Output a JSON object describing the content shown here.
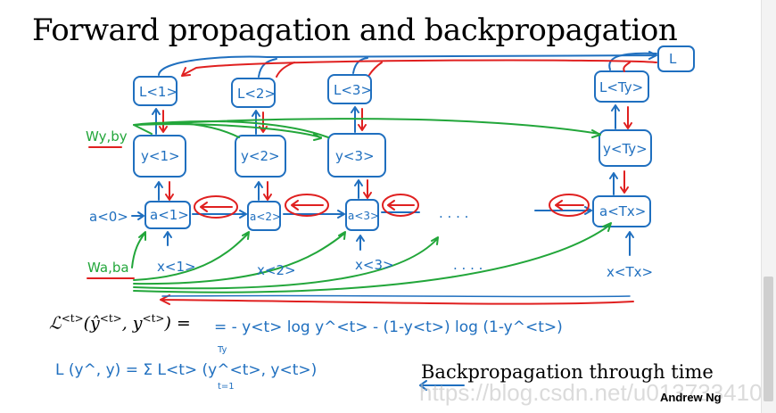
{
  "slide": {
    "title": "Forward propagation and backpropagation",
    "caption": "Backpropagation through time",
    "author": "Andrew Ng",
    "watermark": "https://blog.csdn.net/u013733410"
  },
  "colors": {
    "forward": "#1f6fbf",
    "backward": "#e02020",
    "params": "#22a63a",
    "ink": "#000000"
  },
  "handwriting": {
    "loss_nodes": [
      "L<1>",
      "L<2>",
      "L<3>",
      "L<Ty>"
    ],
    "yhat_nodes": [
      "y<1>",
      "y<2>",
      "y<3>",
      "y<Ty>"
    ],
    "a_nodes": [
      "a<1>",
      "a<2>",
      "a<3>",
      "a<Tx>"
    ],
    "x_nodes": [
      "x<1>",
      "x<2>",
      "x<3>",
      "x<Tx>"
    ],
    "a0": "a<0>",
    "total_loss": "L",
    "param_y": "Wy,by",
    "param_a": "Wa,ba",
    "ellipsis": ". . . .",
    "formula_loss_rhs": "= - y<t> log y^<t> - (1-y<t>) log (1-y^<t>)",
    "formula_total": "L (y^, y) = Σ L<t> (y^<t>, y<t>)",
    "sum_top": "Ty",
    "sum_bottom": "t=1"
  },
  "formula": {
    "lhs_symbol": "ℒ",
    "lhs_sup": "<t>",
    "lhs_args": "(ŷ",
    "lhs_sup2": "<t>",
    "lhs_sep": ", y",
    "lhs_sup3": "<t>",
    "lhs_close": ") ="
  }
}
